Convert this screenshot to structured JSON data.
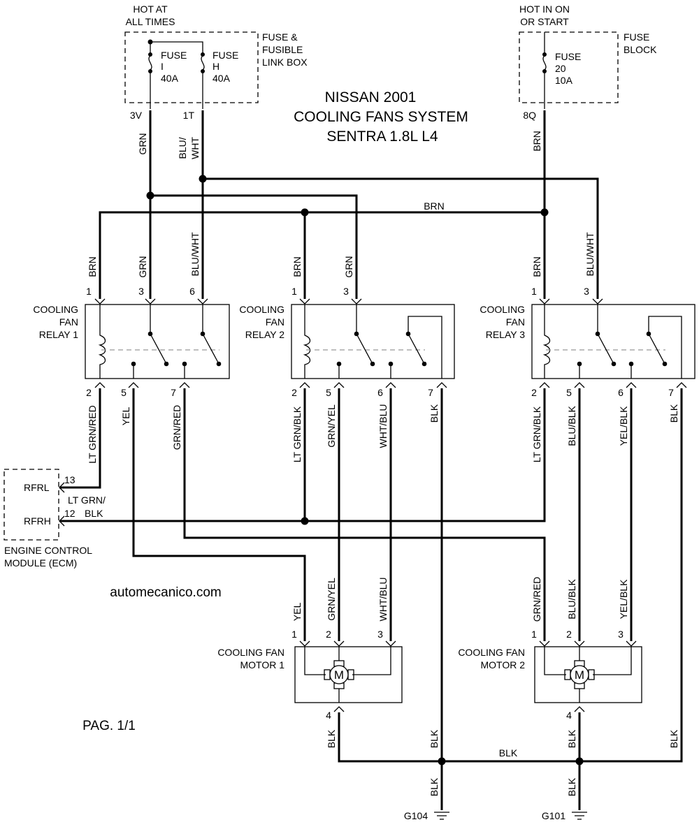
{
  "title": {
    "line1": "NISSAN 2001",
    "line2": "COOLING FANS SYSTEM",
    "line3": "SENTRA 1.8L L4"
  },
  "power_sources": {
    "hot_at_all_times": [
      "HOT AT",
      "ALL TIMES"
    ],
    "hot_in_on_or_start": [
      "HOT IN ON",
      "OR START"
    ]
  },
  "fuse_boxes": {
    "fusible_link_box": [
      "FUSE &",
      "FUSIBLE",
      "LINK BOX"
    ],
    "fuse_block": [
      "FUSE",
      "BLOCK"
    ]
  },
  "fuses": {
    "fuse_i": [
      "FUSE",
      "I",
      "40A"
    ],
    "fuse_h": [
      "FUSE",
      "H",
      "40A"
    ],
    "fuse_20": [
      "FUSE",
      "20",
      "10A"
    ]
  },
  "fuse_terminals": {
    "t3v": "3V",
    "t1t": "1T",
    "t8q": "8Q"
  },
  "wire_colors": {
    "grn": "GRN",
    "blu_wht_split": [
      "BLU/",
      "WHT"
    ],
    "blu_wht": "BLU/WHT",
    "brn": "BRN",
    "lt_grn_red": "LT GRN/RED",
    "lt_grn_blk": "LT GRN/BLK",
    "lt_grn_blk_split": [
      "LT GRN/",
      "BLK"
    ],
    "yel": "YEL",
    "grn_red": "GRN/RED",
    "grn_yel": "GRN/YEL",
    "wht_blu": "WHT/BLU",
    "blk": "BLK",
    "blu_blk": "BLU/BLK",
    "yel_blk": "YEL/BLK"
  },
  "relays": [
    {
      "label": [
        "COOLING",
        "FAN",
        "RELAY 1"
      ],
      "top_pins": [
        "1",
        "3",
        "6"
      ],
      "bottom_pins": [
        "2",
        "5",
        "7"
      ]
    },
    {
      "label": [
        "COOLING",
        "FAN",
        "RELAY 2"
      ],
      "top_pins": [
        "1",
        "3"
      ],
      "bottom_pins": [
        "2",
        "5",
        "6",
        "7"
      ]
    },
    {
      "label": [
        "COOLING",
        "FAN",
        "RELAY 3"
      ],
      "top_pins": [
        "1",
        "3"
      ],
      "bottom_pins": [
        "2",
        "5",
        "6",
        "7"
      ]
    }
  ],
  "ecm": {
    "pin_rfrl": "RFRL",
    "pin_rfrh": "RFRH",
    "pin13": "13",
    "pin12": "12",
    "label": [
      "ENGINE CONTROL",
      "MODULE (ECM)"
    ]
  },
  "motors": [
    {
      "label": [
        "COOLING FAN",
        "MOTOR 1"
      ],
      "pins": [
        "1",
        "2",
        "3"
      ],
      "ground_pin": "4",
      "symbol": "M"
    },
    {
      "label": [
        "COOLING FAN",
        "MOTOR 2"
      ],
      "pins": [
        "1",
        "2",
        "3"
      ],
      "ground_pin": "4",
      "symbol": "M"
    }
  ],
  "grounds": [
    "G104",
    "G101"
  ],
  "watermark": "automecanico.com",
  "page": "PAG. 1/1"
}
